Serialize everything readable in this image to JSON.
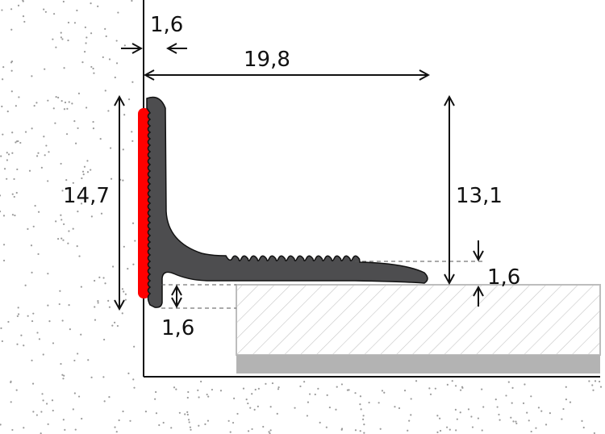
{
  "dimensions": {
    "wall_thickness": "1,6",
    "flange_length": "19,8",
    "total_height": "14,7",
    "leg_height": "13,1",
    "flange_thickness": "1,6",
    "foot_depth": "1,6"
  },
  "colors": {
    "profile": "#4d4d4f",
    "adhesive_strip": "#ff0000",
    "tile_hatch": "#bdbdbd",
    "tile_base": "#b3b3b3",
    "speckle": "#9a9a9a"
  }
}
